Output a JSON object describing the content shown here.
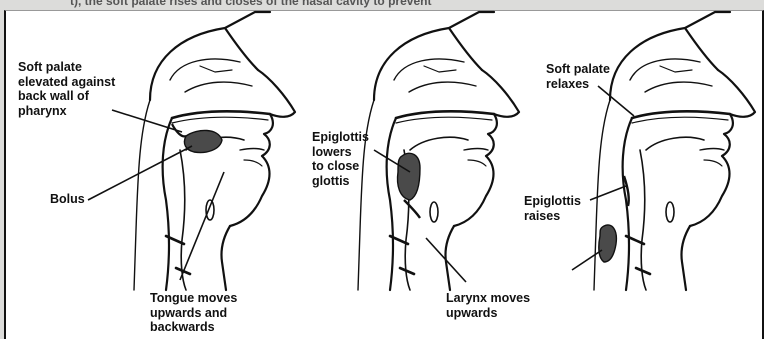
{
  "top_fragment": "t), the soft palate rises and closes of the nasal cavity to prevent",
  "labels": {
    "soft_palate_elevated": [
      "Soft palate",
      "elevated against",
      "back wall of",
      "pharynx"
    ],
    "bolus": [
      "Bolus"
    ],
    "tongue_moves": [
      "Tongue moves",
      "upwards and",
      "backwards"
    ],
    "epiglottis_lowers": [
      "Epiglottis",
      "lowers",
      "to close",
      "glottis"
    ],
    "larynx_moves": [
      "Larynx moves",
      "upwards"
    ],
    "soft_palate_relaxes": [
      "Soft palate",
      "relaxes"
    ],
    "epiglottis_raises": [
      "Epiglottis",
      "raises"
    ]
  },
  "colors": {
    "ink": "#111111",
    "bolus_fill": "#4a4a4a",
    "tissue_fill": "#f3f3f3",
    "page_bg": "#dcdcda"
  }
}
